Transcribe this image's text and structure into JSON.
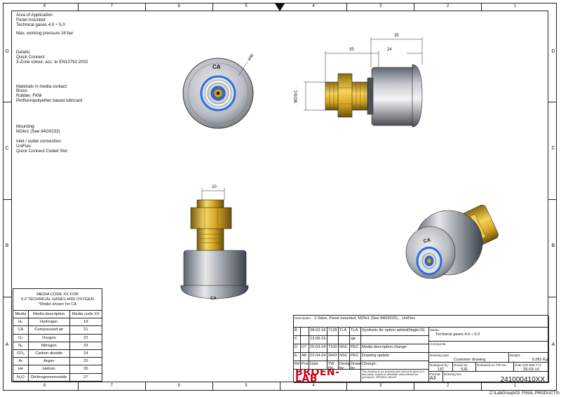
{
  "zones": {
    "columns": [
      "8",
      "7",
      "6",
      "5",
      "4",
      "3",
      "2",
      "1"
    ],
    "rows": [
      "D",
      "C",
      "B",
      "A"
    ]
  },
  "spec": {
    "area_title": "Area of Application:",
    "area_lines": [
      "Panel mounted",
      "Technical gases 4.0 ÷ 5.0"
    ],
    "pressure": "Max. working pressure 16 bar",
    "details_title": "Details:",
    "details_lines": [
      "Quick Connect",
      "3-Zone colour, acc. to EN13792:2002"
    ],
    "materials_title": "Materials in media contact:",
    "materials_lines": [
      "Brass",
      "Rubber, FKM",
      "Perfluoropolyether based lubricant"
    ],
    "mounting_title": "Mounting:",
    "mounting_lines": [
      "M24x1 (See 94G0232)"
    ],
    "inlet_title": "Inlet / outlet connection:",
    "inlet_lines": [
      "UniFlex",
      "Quick Connect Coded Slot"
    ]
  },
  "views": {
    "front_label": "CA",
    "front_dim": "⌀48",
    "side_dim_total": "35",
    "side_dim_left": "35",
    "side_dim_right": "24",
    "side_thread": "M24x1",
    "bottom_dim": "20",
    "bottom_label": "CA",
    "iso_label": "CA"
  },
  "media_table": {
    "title_lines": [
      "MEDIA CODE XX FOR",
      "5.0 TECHNICAL GASES AND OXYGEN",
      "*Model shown for CA"
    ],
    "headers": [
      "Media",
      "Media description",
      "Media code XX"
    ],
    "rows": [
      [
        "H₂",
        "Hydrogen",
        "19"
      ],
      [
        "CA",
        "Compressed air",
        "21"
      ],
      [
        "O₂",
        "Oxygen",
        "22"
      ],
      [
        "N₂",
        "Nitrogen",
        "23"
      ],
      [
        "CO₂",
        "Carbon dioxide",
        "24"
      ],
      [
        "Ar",
        "Argon",
        "25"
      ],
      [
        "He",
        "Helium",
        "26"
      ],
      [
        "N₂O",
        "Dinitrogenmonoxide",
        "27"
      ]
    ]
  },
  "title_block": {
    "description_label": "Description:",
    "description": "1-Valve, Panel mounted, M24x1 (See 94G0232), , UniFlex",
    "revisions": [
      {
        "rev": "B",
        "pos": "",
        "date": "28-02-18",
        "tw": "7128",
        "design": "TLA",
        "drawn": "TLA",
        "change": "Synthetic Air option added(Nagle19)"
      },
      {
        "rev": "C",
        "pos": "",
        "date": "13-06-19",
        "tw": "",
        "design": "",
        "drawn": "sje",
        "change": ""
      },
      {
        "rev": "D",
        "pos": "D7",
        "date": "25-03-24",
        "tw": "7100",
        "design": "NSC",
        "drawn": "PEC",
        "change": "Media description change"
      },
      {
        "rev": "E",
        "pos": "A8",
        "date": "22-04-24",
        "tw": "9943",
        "design": "NSC",
        "drawn": "PEC",
        "change": "Drawing update"
      }
    ],
    "rev_headers": {
      "rev": "Rev",
      "pos": "Pos",
      "date": "Date",
      "tw": "TW No.",
      "design": "Design by",
      "drawn": "Drawn by",
      "change": "Change:"
    },
    "copyright": "This drawing is our property and cannot be given to a third party, copied or otherwise used without our permission. BROEN-LAB A/S",
    "brand": "BROEN-LAB",
    "media_label": "Media:",
    "media_value": "Technical gases 4.0 ÷ 5.0",
    "comments_label": "Comments:",
    "drawing_type_label": "Drawing type:",
    "drawing_type": "Customer drawing",
    "weight_label": "Weight:",
    "weight": "0.281 Kg",
    "designed_label": "Designed by:",
    "designed": "JJC",
    "drawn_label": "Drawn by:",
    "drawn": "SJE",
    "released_label": "Released on TW No.:",
    "released": "",
    "date_label": "Date (DD-MM-YY):",
    "date": "26-03-19",
    "format_label": "Format:",
    "format": "A3",
    "drawing_no_label": "Drawing No.:",
    "drawing_no": "241000410XX"
  },
  "file_path": "C:\\LabGroup\\03. FINAL PRODUCTS\\"
}
